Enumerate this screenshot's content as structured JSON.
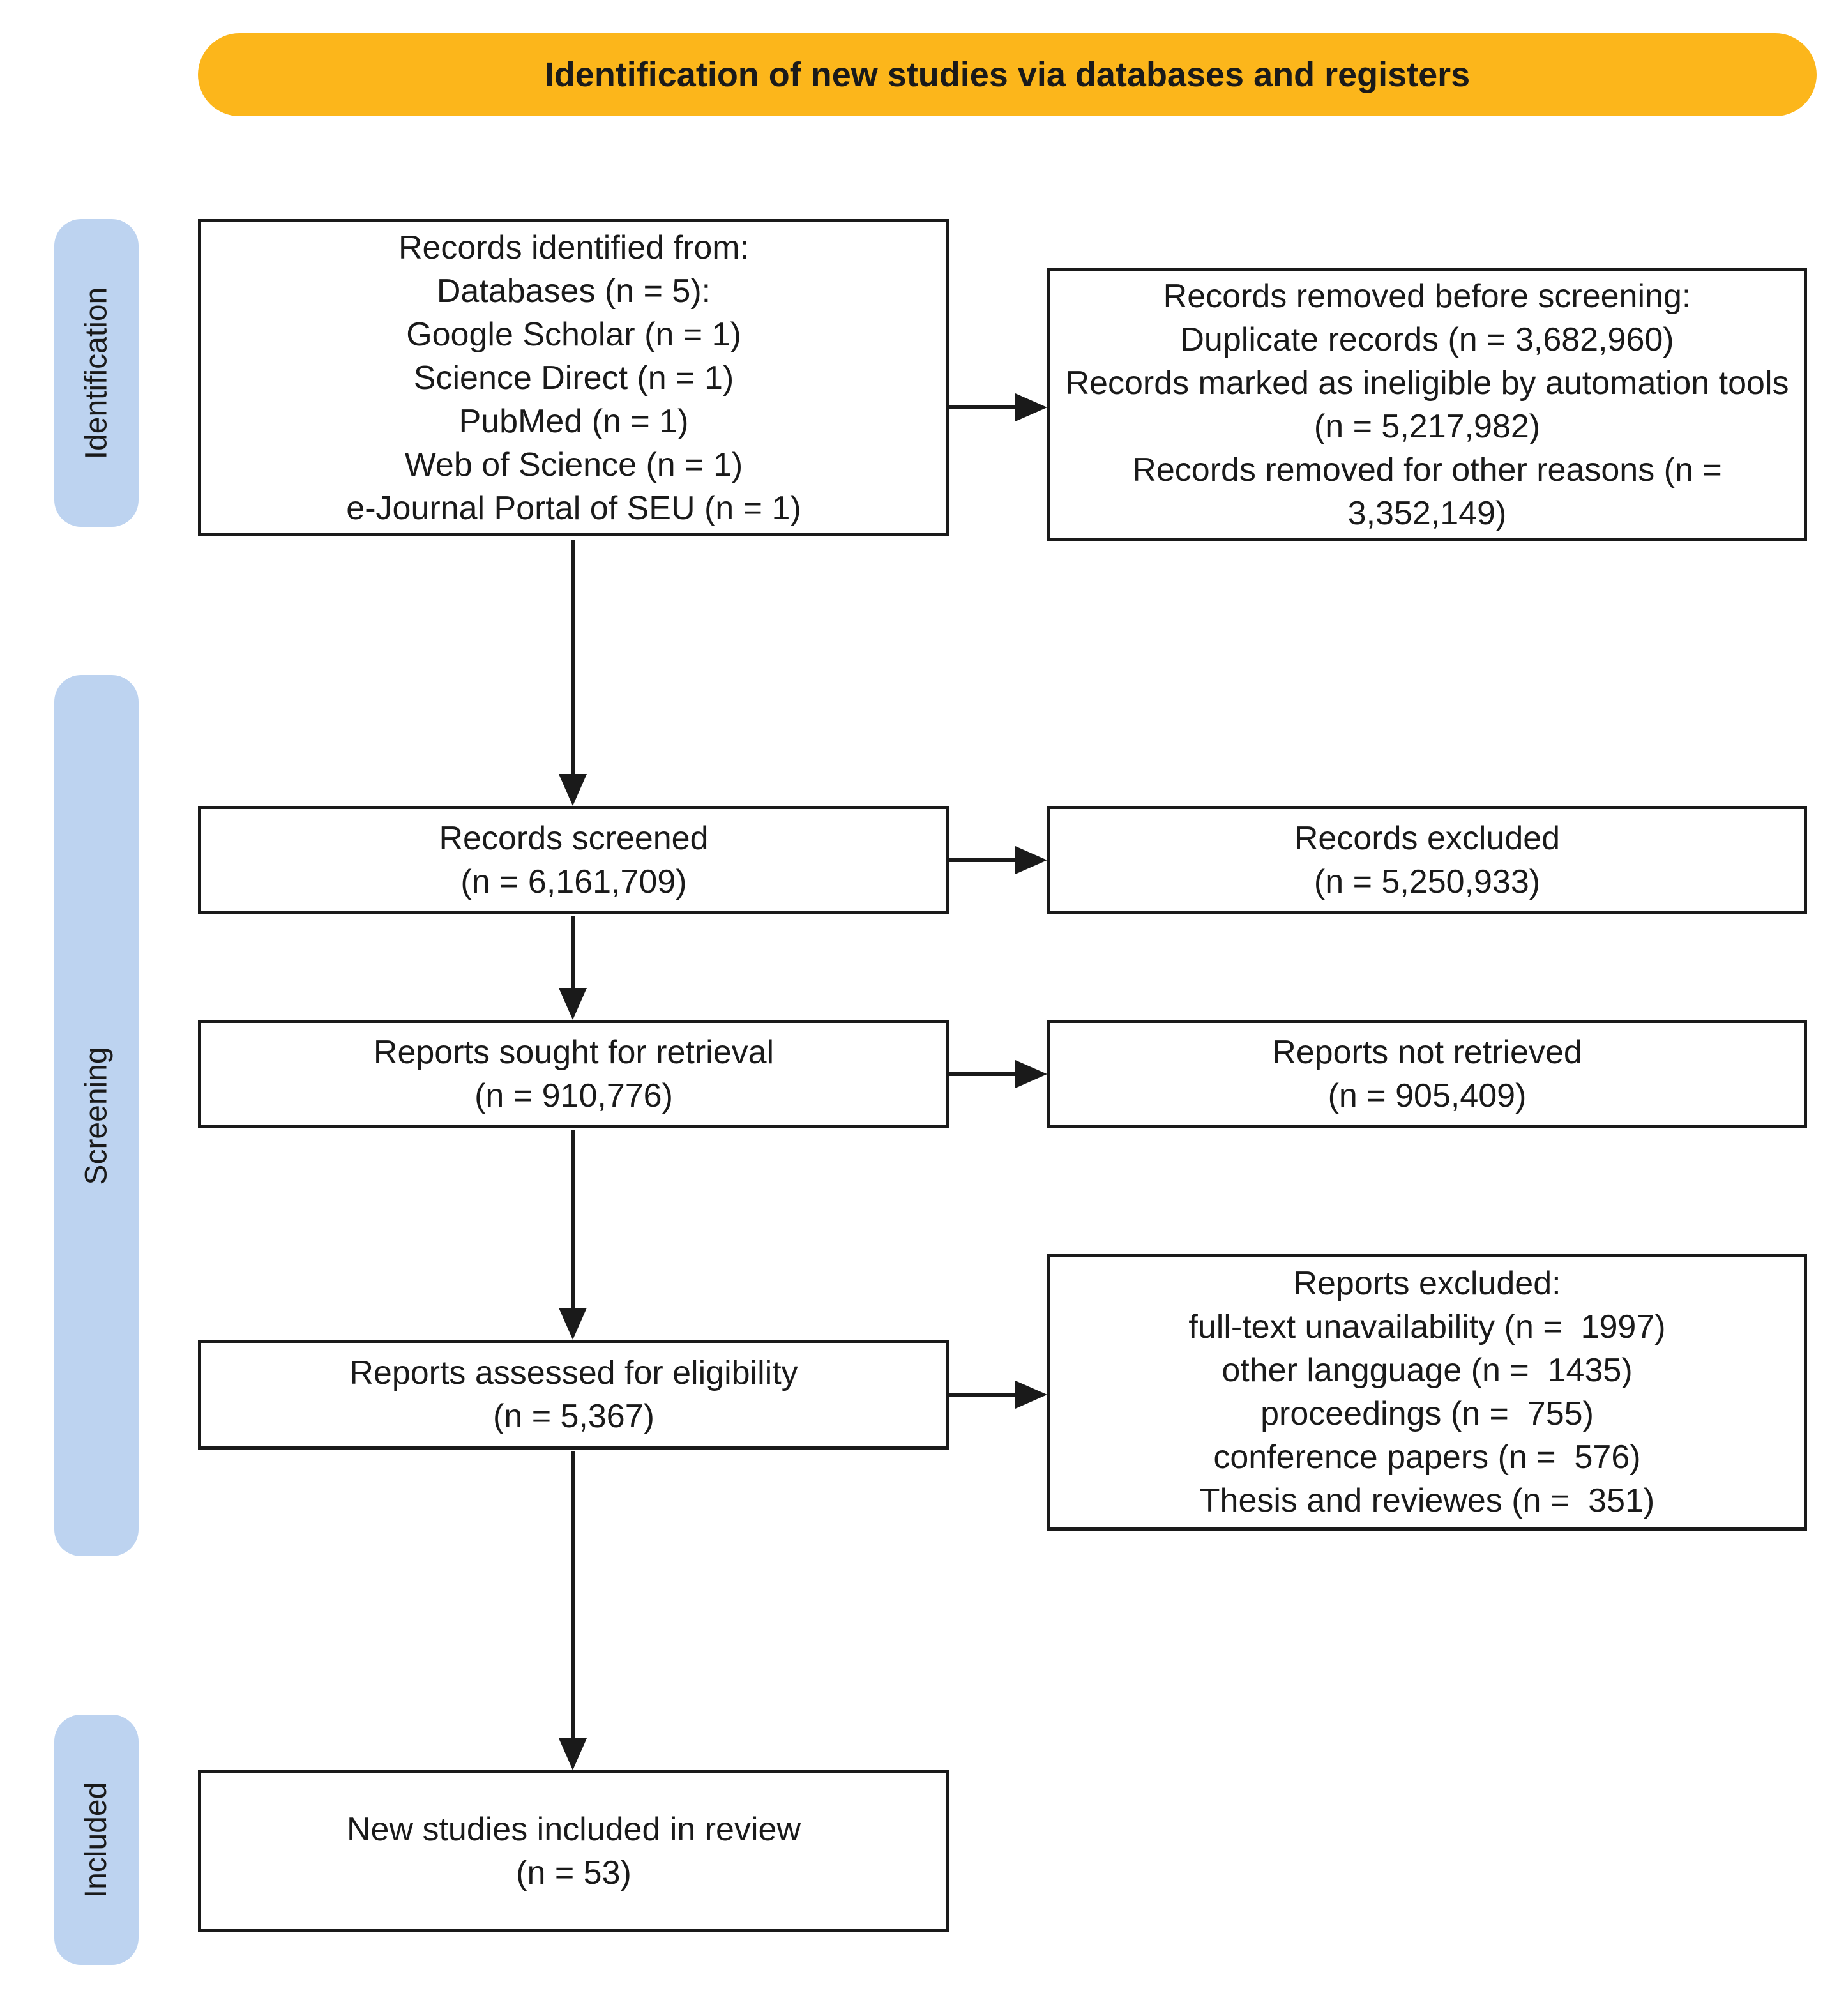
{
  "colors": {
    "banner_bg": "#FCB61B",
    "stage_bg": "#BDD3F0",
    "line": "#1A1A1A",
    "box_bg": "#FFFFFF",
    "text": "#1A1A1A"
  },
  "banner": {
    "title": "Identification of new studies via databases and registers"
  },
  "stages": [
    {
      "label": "Identification"
    },
    {
      "label": "Screening"
    },
    {
      "label": "Included"
    }
  ],
  "boxes": {
    "records_identified": {
      "lines": [
        "Records identified from:",
        "Databases (n = 5):",
        "Google Scholar (n = 1)",
        "Science Direct (n = 1)",
        "PubMed (n = 1)",
        "Web of Science (n = 1)",
        "e-Journal Portal of SEU (n = 1)"
      ]
    },
    "records_removed": {
      "lines": [
        "Records removed before screening:",
        "Duplicate records (n = 3,682,960)",
        "Records marked as ineligible by automation tools (n = 5,217,982)",
        "Records removed for other reasons (n = 3,352,149)"
      ]
    },
    "records_screened": {
      "lines": [
        "Records screened",
        "(n = 6,161,709)"
      ]
    },
    "records_excluded": {
      "lines": [
        "Records excluded",
        "(n = 5,250,933)"
      ]
    },
    "reports_sought": {
      "lines": [
        "Reports sought for retrieval",
        "(n = 910,776)"
      ]
    },
    "reports_not_retrieved": {
      "lines": [
        "Reports not retrieved",
        "(n = 905,409)"
      ]
    },
    "reports_assessed": {
      "lines": [
        "Reports assessed for eligibility",
        "(n = 5,367)"
      ]
    },
    "reports_excluded": {
      "lines": [
        "Reports excluded:",
        "full-text unavailability (n =  1997)",
        "other langguage (n =  1435)",
        "proceedings (n =  755)",
        "conference papers (n =  576)",
        "Thesis and reviewes (n =  351)"
      ]
    },
    "new_studies": {
      "lines": [
        "New studies included in review",
        "(n = 53)"
      ]
    }
  }
}
